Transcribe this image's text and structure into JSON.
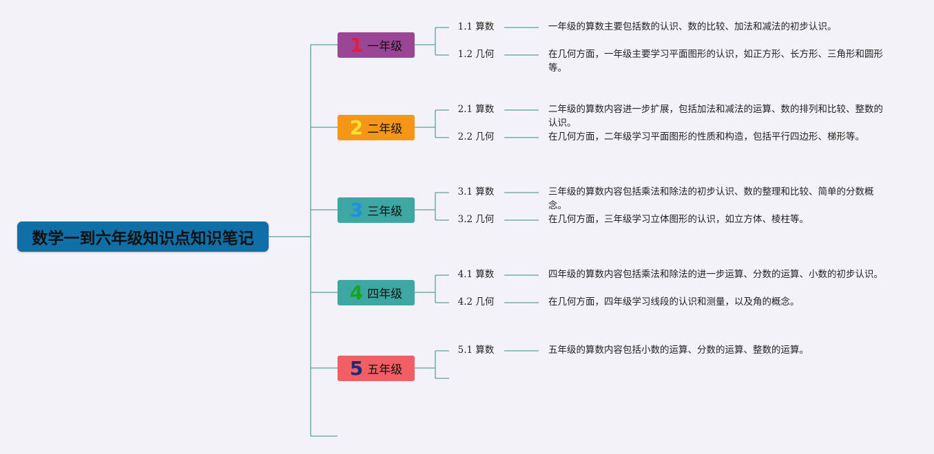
{
  "root": {
    "title": "数学一到六年级知识点知识笔记"
  },
  "colors": {
    "line": "#5f9e99",
    "root_bg": "#0f6fa6"
  },
  "grades": [
    {
      "number": "1",
      "label": "一年级",
      "bg": "#9b4596",
      "num_color": "#e02040",
      "topics": [
        {
          "title": "1.1 算数",
          "text": "一年级的算数主要包括数的认识、数的比较、加法和减法的初步认识。"
        },
        {
          "title": "1.2 几何",
          "text": "在几何方面，一年级主要学习平面图形的认识，如正方形、长方形、三角形和圆形等。"
        }
      ]
    },
    {
      "number": "2",
      "label": "二年级",
      "bg": "#f49718",
      "num_color": "#ffe033",
      "topics": [
        {
          "title": "2.1 算数",
          "text": "二年级的算数内容进一步扩展，包括加法和减法的运算、数的排列和比较、整数的认识。"
        },
        {
          "title": "2.2 几何",
          "text": "在几何方面，二年级学习平面图形的性质和构造，包括平行四边形、梯形等。"
        }
      ]
    },
    {
      "number": "3",
      "label": "三年级",
      "bg": "#3fa7a3",
      "num_color": "#1f8fe0",
      "topics": [
        {
          "title": "3.1 算数",
          "text": "三年级的算数内容包括乘法和除法的初步认识、数的整理和比较、简单的分数概念。"
        },
        {
          "title": "3.2 几何",
          "text": "在几何方面，三年级学习立体图形的认识，如立方体、棱柱等。"
        }
      ]
    },
    {
      "number": "4",
      "label": "四年级",
      "bg": "#3fa7a3",
      "num_color": "#17a51f",
      "topics": [
        {
          "title": "4.1 算数",
          "text": "四年级的算数内容包括乘法和除法的进一步运算、分数的运算、小数的初步认识。"
        },
        {
          "title": "4.2 几何",
          "text": "在几何方面，四年级学习线段的认识和测量，以及角的概念。"
        }
      ]
    },
    {
      "number": "5",
      "label": "五年级",
      "bg": "#f05f62",
      "num_color": "#1b2a7a",
      "topics": [
        {
          "title": "5.1 算数",
          "text": "五年级的算数内容包括小数的运算、分数的运算、整数的运算。"
        },
        {
          "title": "",
          "text": ""
        }
      ]
    }
  ]
}
